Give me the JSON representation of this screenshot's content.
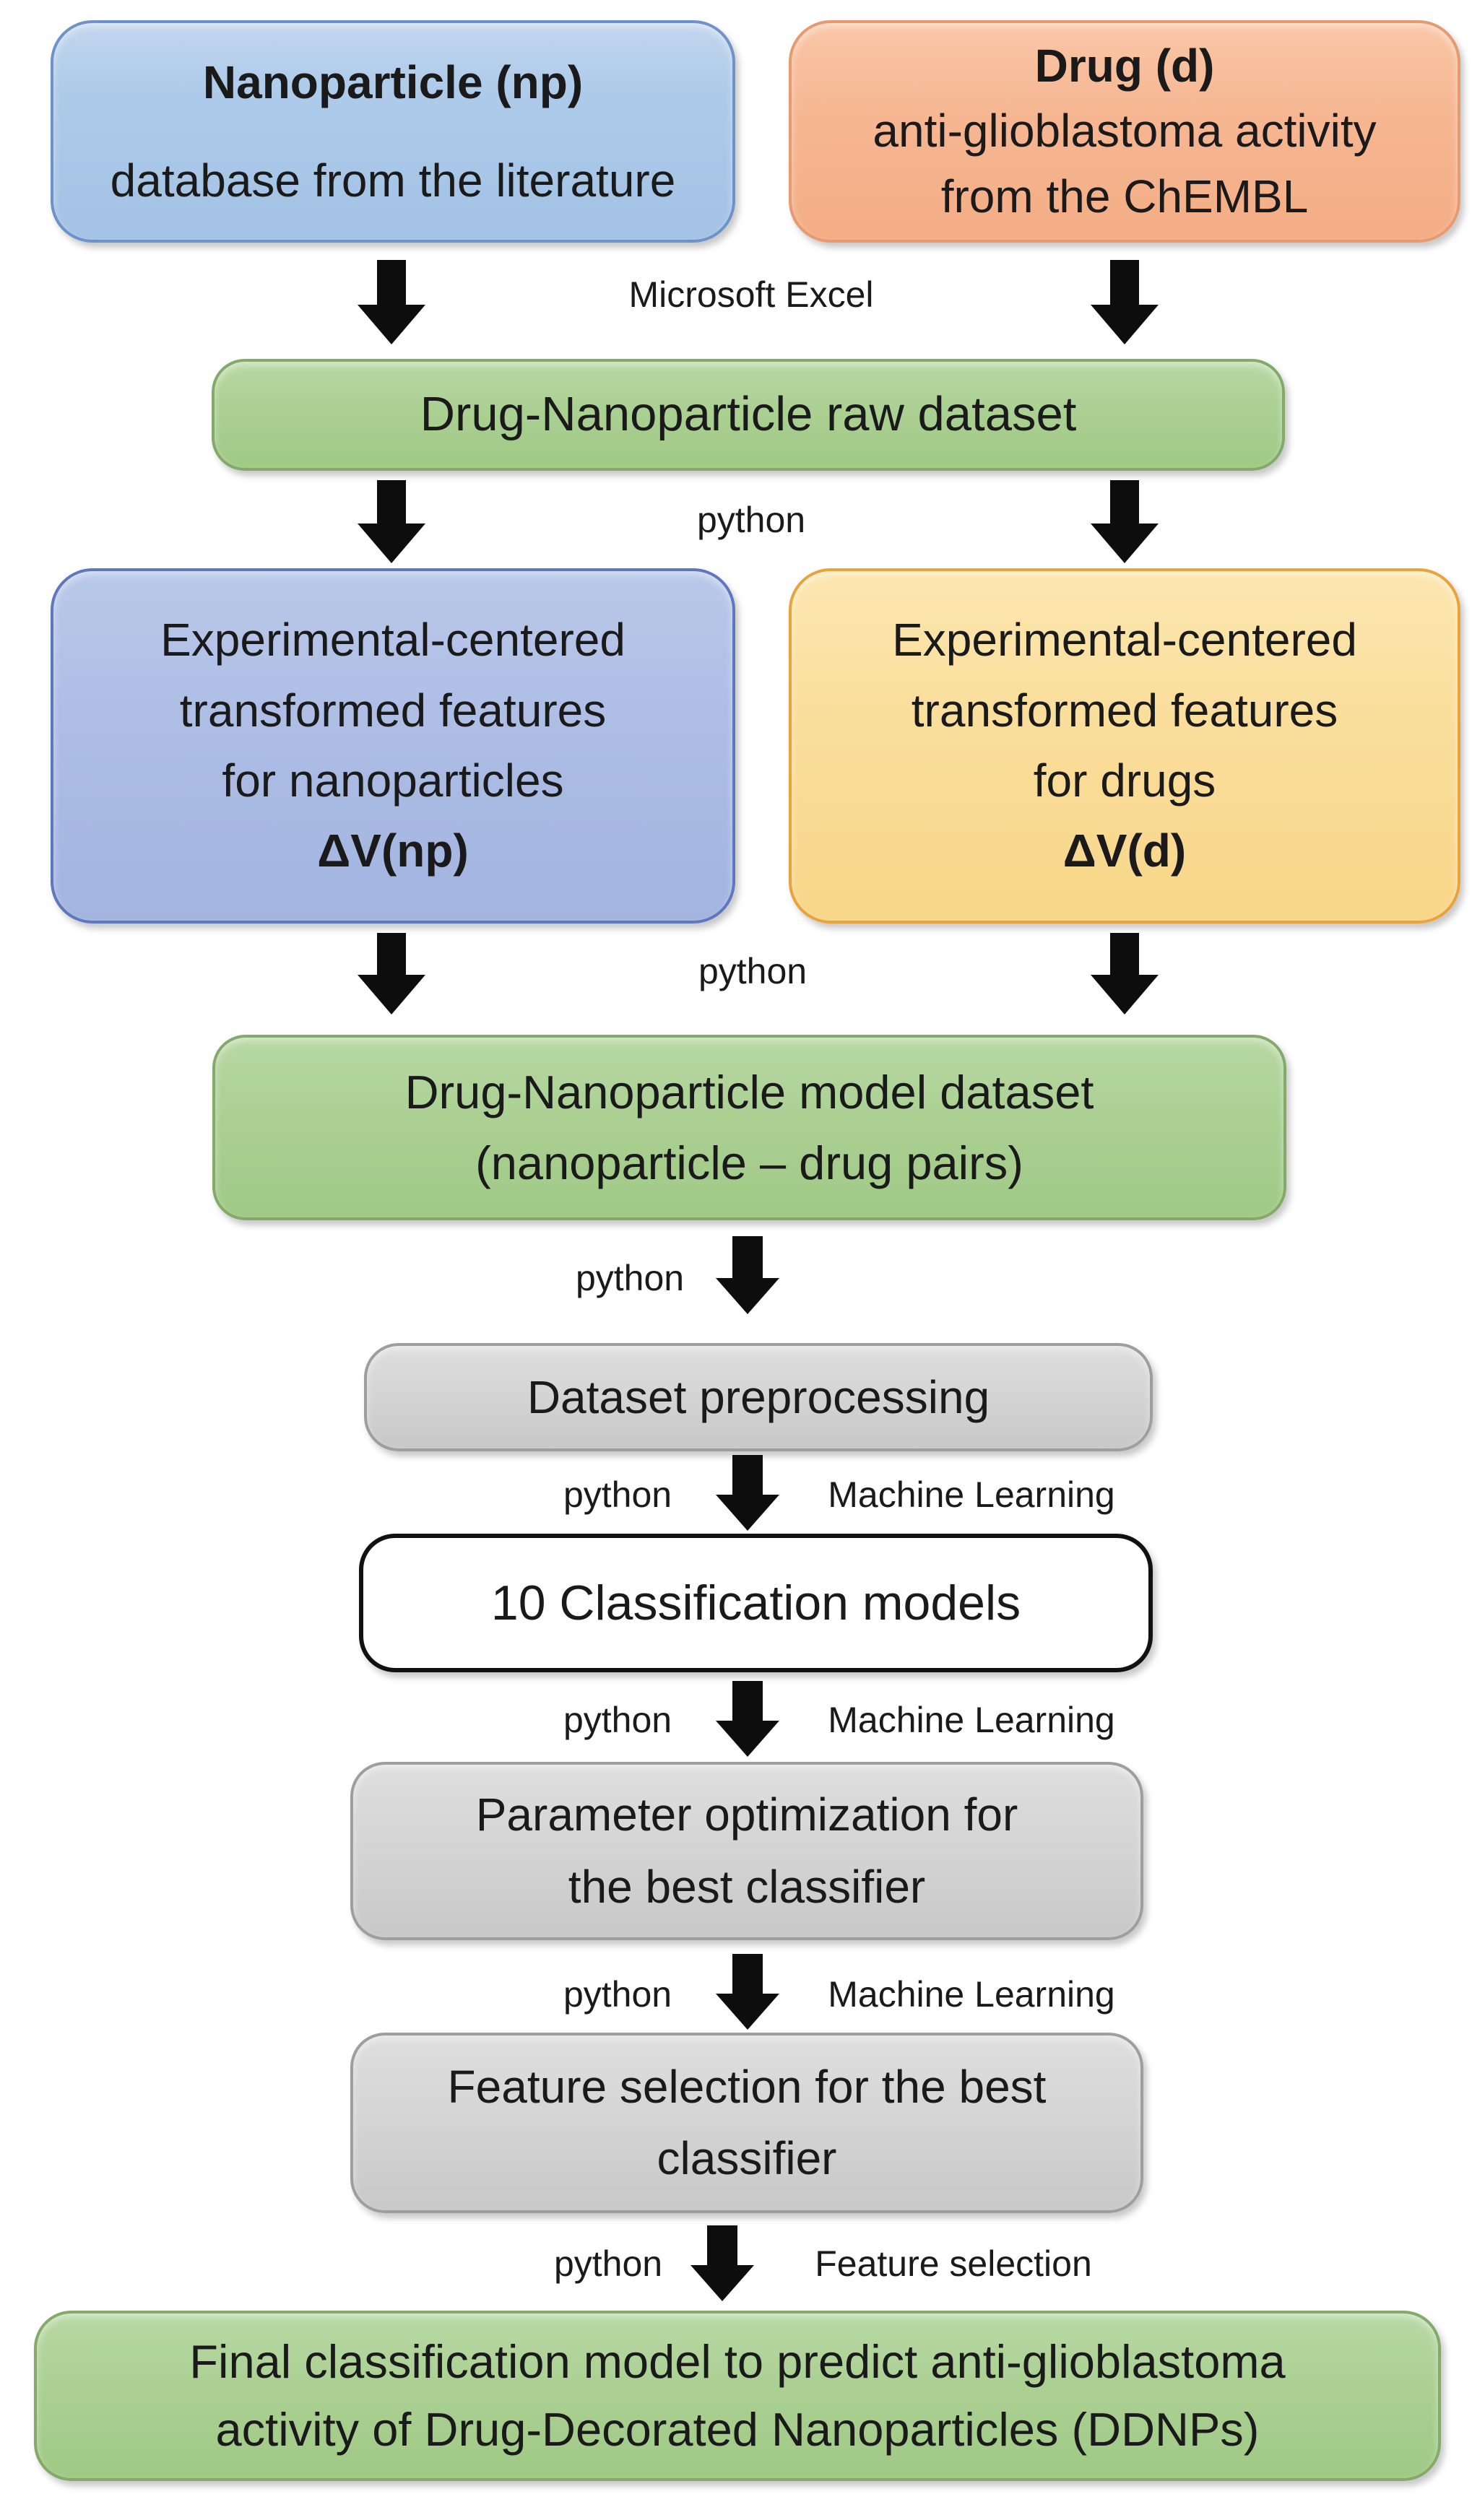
{
  "nodes": {
    "np": {
      "title": "Nanoparticle (np)",
      "subtitle": "database from the literature"
    },
    "drug": {
      "title": "Drug (d)",
      "line1": "anti-glioblastoma activity",
      "line2": "from the ChEMBL"
    },
    "raw_dataset": {
      "label": "Drug-Nanoparticle raw dataset"
    },
    "np_features": {
      "line1": "Experimental-centered",
      "line2": "transformed features",
      "line3": "for nanoparticles",
      "formula": "ΔV(np)"
    },
    "drug_features": {
      "line1": "Experimental-centered",
      "line2": "transformed features",
      "line3": "for drugs",
      "formula": "ΔV(d)"
    },
    "model_dataset": {
      "line1": "Drug-Nanoparticle model dataset",
      "line2": "(nanoparticle – drug pairs)"
    },
    "preprocessing": {
      "label": "Dataset preprocessing"
    },
    "classification": {
      "label": "10 Classification models"
    },
    "param_optimization": {
      "line1": "Parameter optimization for",
      "line2": "the best classifier"
    },
    "feature_selection_box": {
      "line1": "Feature selection for the best",
      "line2": "classifier"
    },
    "final": {
      "line1": "Final classification model to predict anti-glioblastoma",
      "line2": "activity of Drug-Decorated Nanoparticles (DDNPs)"
    }
  },
  "edges": {
    "excel": "Microsoft Excel",
    "python": "python",
    "machine_learning": "Machine Learning",
    "feature_selection": "Feature selection"
  },
  "colors": {
    "np_fill": "#AECBEA",
    "np_border": "#6F93C9",
    "drug_fill": "#F6B793",
    "drug_border": "#E59A72",
    "green_fill": "#ABD093",
    "green_border": "#84A96B",
    "periwinkle_fill": "#AEBEE5",
    "periwinkle_border": "#5E77BD",
    "yellow_fill": "#FADE9C",
    "yellow_border": "#E8A33C",
    "gray_fill": "#D5D5D5",
    "gray_border": "#9E9E9E",
    "white_fill": "#FFFFFF",
    "white_border": "#111111",
    "arrow": "#0D0D0D",
    "text": "#1A1A1A"
  }
}
